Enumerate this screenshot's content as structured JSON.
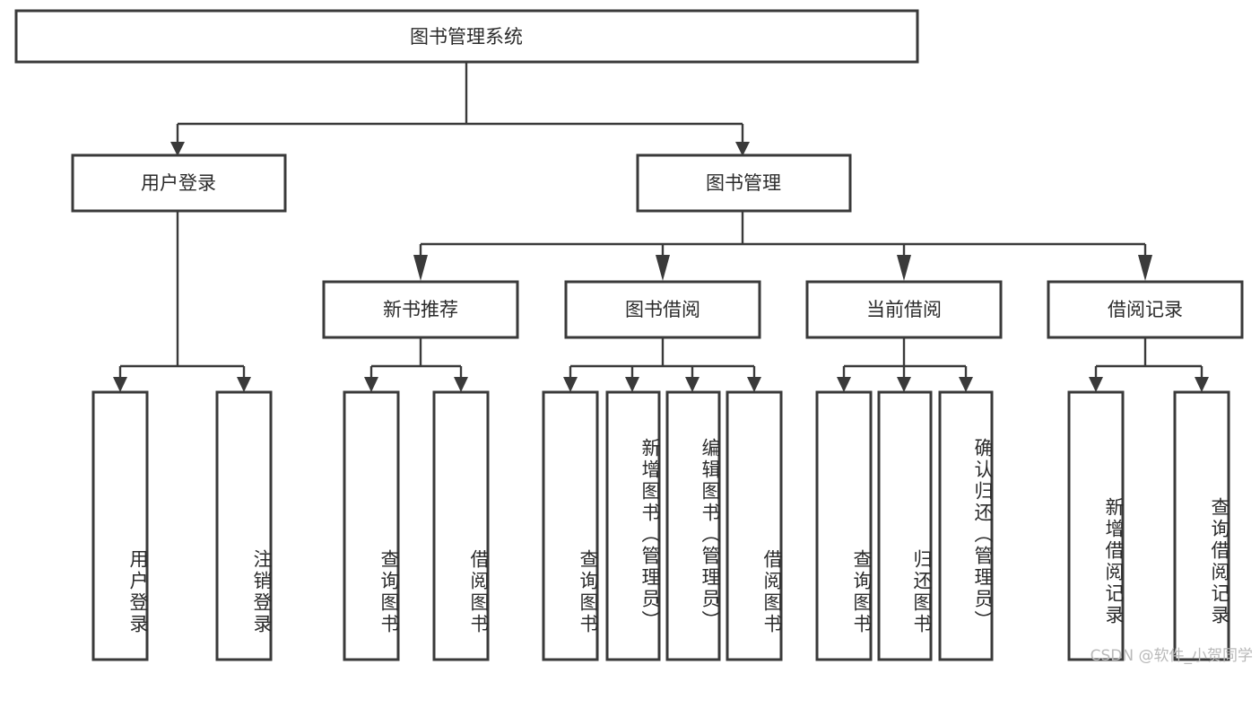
{
  "diagram": {
    "type": "tree",
    "title": "图书管理系统",
    "watermark": "CSDN @软件_小贺同学",
    "colors": {
      "box_stroke": "#3a3a3a",
      "box_fill": "#ffffff",
      "connector": "#3a3a3a",
      "text": "#2b2b2b",
      "watermark": "#b9b9b9",
      "background": "#ffffff"
    },
    "root": {
      "label": "图书管理系统"
    },
    "level2": [
      {
        "label": "用户登录"
      },
      {
        "label": "图书管理"
      }
    ],
    "level3": [
      {
        "label": "新书推荐"
      },
      {
        "label": "图书借阅"
      },
      {
        "label": "当前借阅"
      },
      {
        "label": "借阅记录"
      }
    ],
    "leaves": {
      "user_login": [
        {
          "label": "用户登录"
        },
        {
          "label": "注销登录"
        }
      ],
      "new_book_recommend": [
        {
          "label": "查询图书"
        },
        {
          "label": "借阅图书"
        }
      ],
      "book_borrow": [
        {
          "label": "查询图书"
        },
        {
          "label": "新增图书（管理员）"
        },
        {
          "label": "编辑图书（管理员）"
        },
        {
          "label": "借阅图书"
        }
      ],
      "current_borrow": [
        {
          "label": "查询图书"
        },
        {
          "label": "归还图书"
        },
        {
          "label": "确认归还（管理员）"
        }
      ],
      "borrow_record": [
        {
          "label": "新增借阅记录"
        },
        {
          "label": "查询借阅记录"
        }
      ]
    }
  }
}
